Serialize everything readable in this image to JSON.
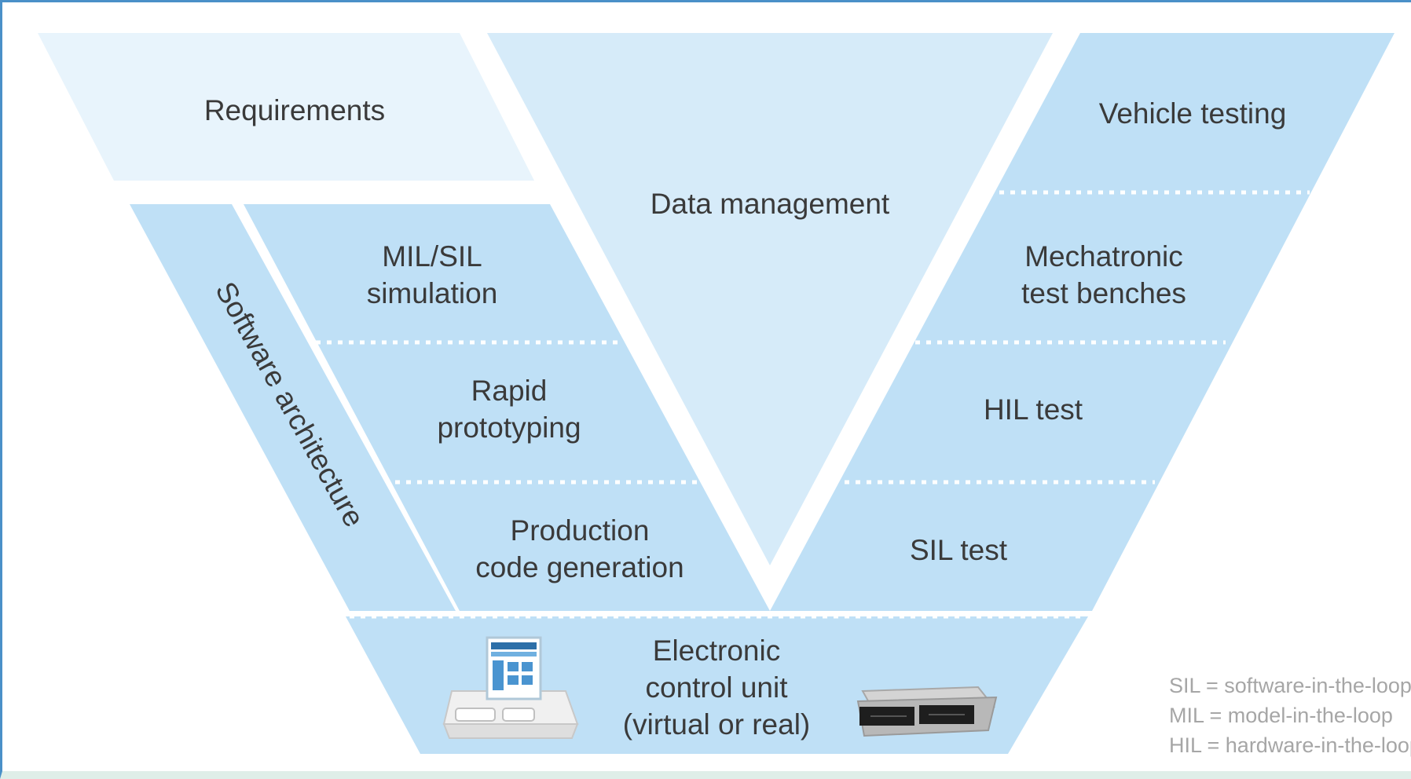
{
  "diagram": {
    "requirements": "Requirements",
    "software_architecture": "Software architecture",
    "data_management": "Data management",
    "left_stages": [
      {
        "line1": "MIL/SIL",
        "line2": "simulation"
      },
      {
        "line1": "Rapid",
        "line2": "prototyping"
      },
      {
        "line1": "Production",
        "line2": "code generation"
      }
    ],
    "right_stages": [
      {
        "line1": "Vehicle testing"
      },
      {
        "line1": "Mechatronic",
        "line2": "test benches"
      },
      {
        "line1": "HIL test"
      },
      {
        "line1": "SIL test"
      }
    ],
    "ecu": {
      "line1": "Electronic",
      "line2": "control unit",
      "line3": "(virtual or real)"
    },
    "legend": [
      "SIL = software-in-the-loop",
      "MIL = model-in-the-loop",
      "HIL = hardware-in-the-loop"
    ]
  },
  "colors": {
    "light_panel": "#e8f4fc",
    "mid_panel": "#d6ebf9",
    "main_blue": "#bfe0f6",
    "text": "#3a3a3a",
    "legend_text": "#a6a6a6",
    "frame_border": "#4a90c8"
  },
  "icons": [
    "virtual-ecu-icon",
    "real-ecu-icon"
  ]
}
